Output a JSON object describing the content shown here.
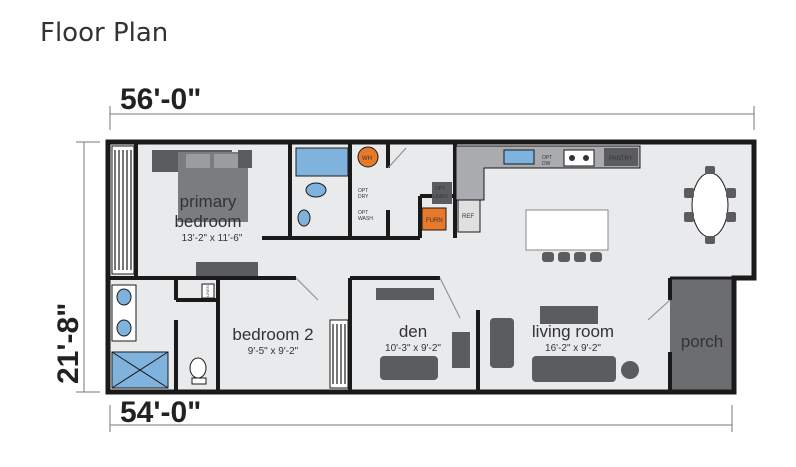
{
  "page_title": "Floor Plan",
  "dimensions": {
    "top_width": "56'-0\"",
    "bottom_width": "54'-0\"",
    "depth": "21'-8\""
  },
  "rooms": {
    "primary": {
      "name_line1": "primary",
      "name_line2": "bedroom",
      "size": "13'-2\" x 11'-6\""
    },
    "bedroom2": {
      "name": "bedroom 2",
      "size": "9'-5\" x 9'-2\""
    },
    "den": {
      "name": "den",
      "size": "10'-3\" x 9'-2\""
    },
    "living": {
      "name": "living room",
      "size": "16'-2\" x 9'-2\""
    },
    "porch": {
      "name": "porch"
    }
  },
  "fixtures": {
    "wh": "WH",
    "opt_dry_1": "OPT",
    "opt_dry_2": "DRY",
    "opt_wash_1": "OPT",
    "opt_wash_2": "WASH",
    "opt_linen_1": "OPT",
    "opt_linen_2": "LINEN",
    "furn": "FURN",
    "ref": "REF",
    "opt_dw_1": "OPT",
    "opt_dw_2": "DW",
    "pantry": "PANTRY",
    "linen": "LINEN"
  },
  "colors": {
    "wall": "#1a1a1a",
    "floor": "#e9eaec",
    "furniture": "#5a5c60",
    "water": "#7fb2dd",
    "furnace": "#e8792a",
    "porch": "#6b6d70"
  }
}
